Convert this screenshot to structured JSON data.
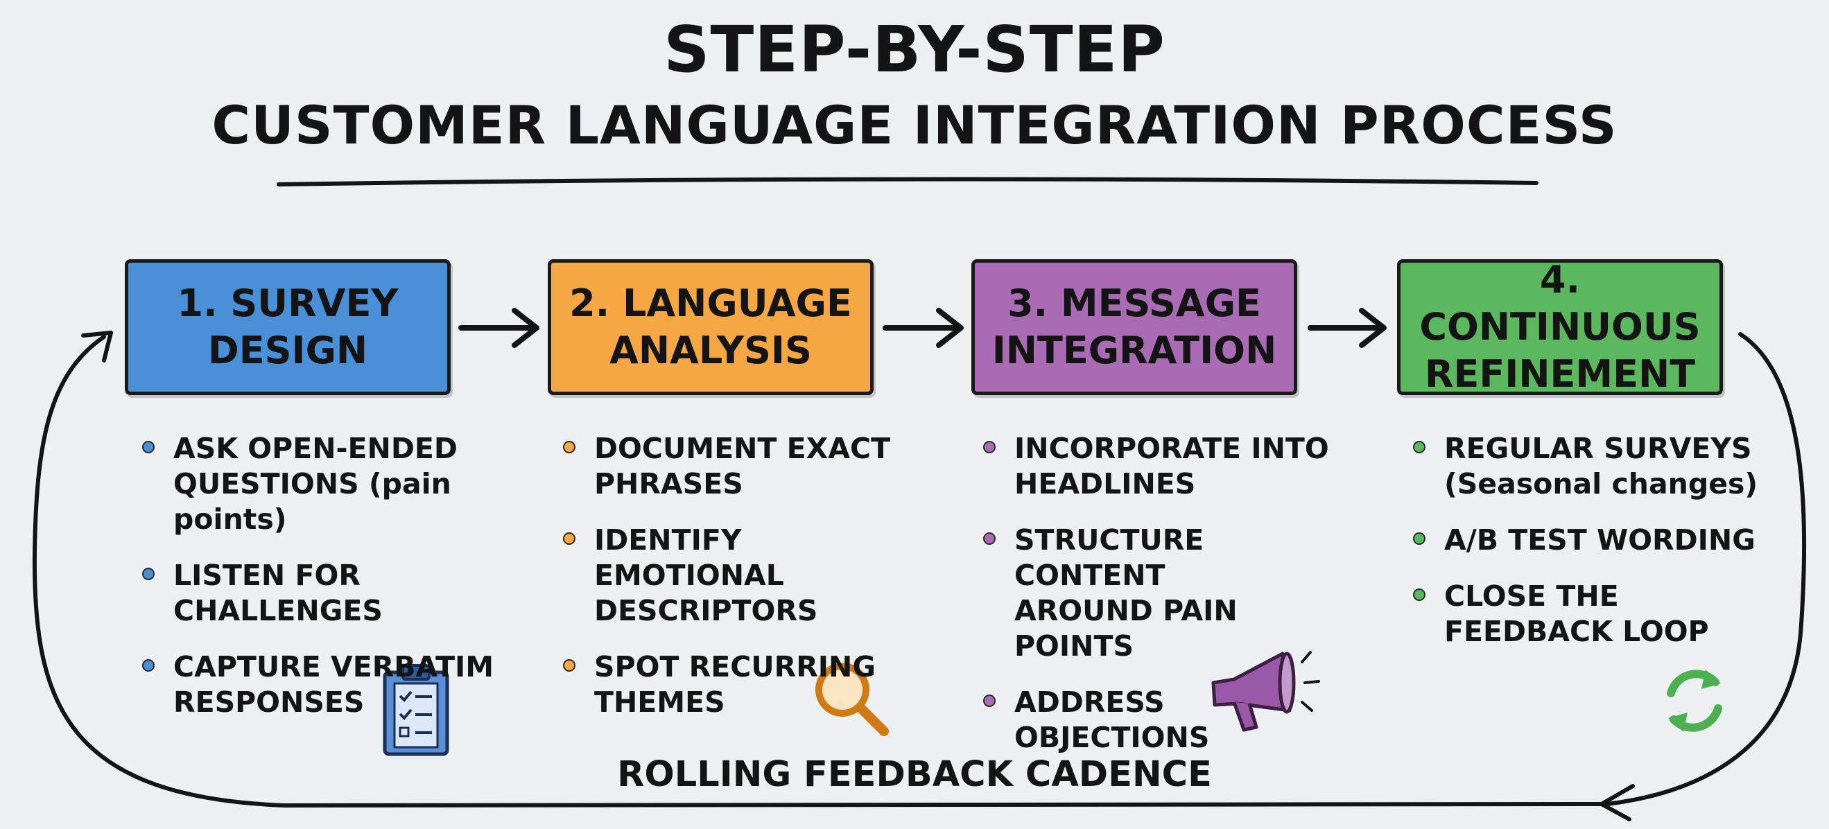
{
  "header": {
    "title_line1": "STEP-BY-STEP",
    "title_line2": "CUSTOMER LANGUAGE INTEGRATION PROCESS"
  },
  "steps": [
    {
      "title": "1. SURVEY\nDESIGN",
      "color": "#4a90d9",
      "bullet_color": "#4a90d9",
      "icon": "clipboard-checklist-icon",
      "bullets": [
        "ASK OPEN-ENDED\nQUESTIONS (pain points)",
        "LISTEN FOR\nCHALLENGES",
        "CAPTURE VERBATIM\nRESPONSES"
      ]
    },
    {
      "title": "2. LANGUAGE\nANALYSIS",
      "color": "#f4a742",
      "bullet_color": "#f4a742",
      "icon": "magnifying-glass-icon",
      "bullets": [
        "DOCUMENT EXACT\nPHRASES",
        "IDENTIFY EMOTIONAL\nDESCRIPTORS",
        "SPOT RECURRING\nTHEMES"
      ]
    },
    {
      "title": "3. MESSAGE\nINTEGRATION",
      "color": "#a96bb4",
      "bullet_color": "#a96bb4",
      "icon": "megaphone-icon",
      "bullets": [
        "INCORPORATE INTO\nHEADLINES",
        "STRUCTURE CONTENT\nAROUND PAIN POINTS",
        "ADDRESS\nOBJECTIONS"
      ]
    },
    {
      "title": "4. CONTINUOUS\nREFINEMENT",
      "color": "#5cb85f",
      "bullet_color": "#5cb85f",
      "icon": "refresh-cycle-icon",
      "bullets": [
        "REGULAR SURVEYS\n(Seasonal changes)",
        "A/B TEST WORDING",
        "CLOSE THE\nFEEDBACK LOOP"
      ]
    }
  ],
  "loop_label": "ROLLING FEEDBACK CADENCE"
}
